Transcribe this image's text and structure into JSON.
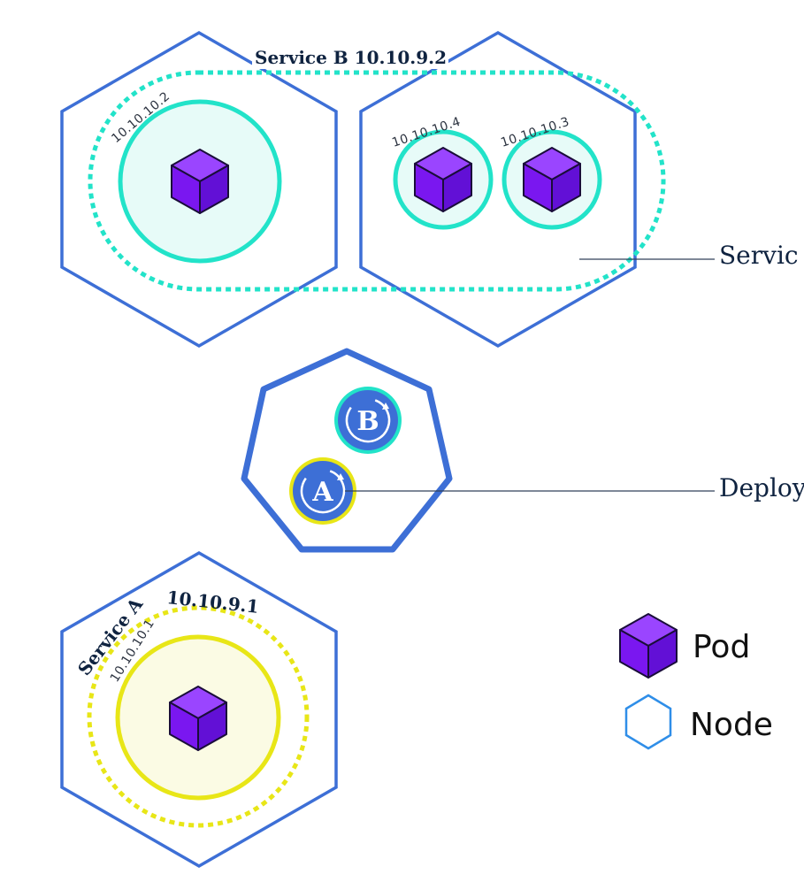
{
  "service_b": {
    "label": "Service B 10.10.9.2",
    "color": "#22e3c9"
  },
  "service_a": {
    "name": "Service A",
    "ip": "10.10.9.1",
    "color": "#e8e617"
  },
  "pods": [
    {
      "ip": "10.10.10.2",
      "service": "B",
      "icon": "pod-cube-icon"
    },
    {
      "ip": "10.10.10.4",
      "service": "B",
      "icon": "pod-cube-icon"
    },
    {
      "ip": "10.10.10.3",
      "service": "B",
      "icon": "pod-cube-icon"
    },
    {
      "ip": "10.10.10.1",
      "service": "A",
      "icon": "pod-cube-icon"
    }
  ],
  "deployments": [
    {
      "letter": "B",
      "ring_color": "#22e3c9"
    },
    {
      "letter": "A",
      "ring_color": "#e8e617"
    }
  ],
  "callouts": {
    "service": "Servic",
    "deployment": "Deploy"
  },
  "legend": {
    "pod": "Pod",
    "node": "Node"
  },
  "colors": {
    "node_stroke": "#3d6fd6",
    "pod_fill": "#7a17f0",
    "legend_node": "#2f8ee8"
  }
}
